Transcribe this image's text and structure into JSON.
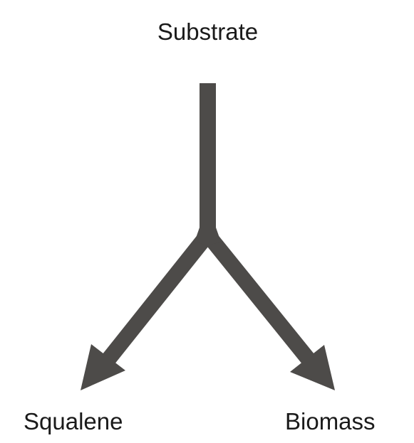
{
  "diagram": {
    "nodes": {
      "source": "Substrate",
      "left_product": "Squalene",
      "right_product": "Biomass"
    },
    "edges": [
      {
        "from": "Substrate",
        "to": "Squalene"
      },
      {
        "from": "Substrate",
        "to": "Biomass"
      }
    ],
    "colors": {
      "arrow": "#4d4b49",
      "text": "#1a1a1a",
      "background": "#ffffff"
    }
  }
}
